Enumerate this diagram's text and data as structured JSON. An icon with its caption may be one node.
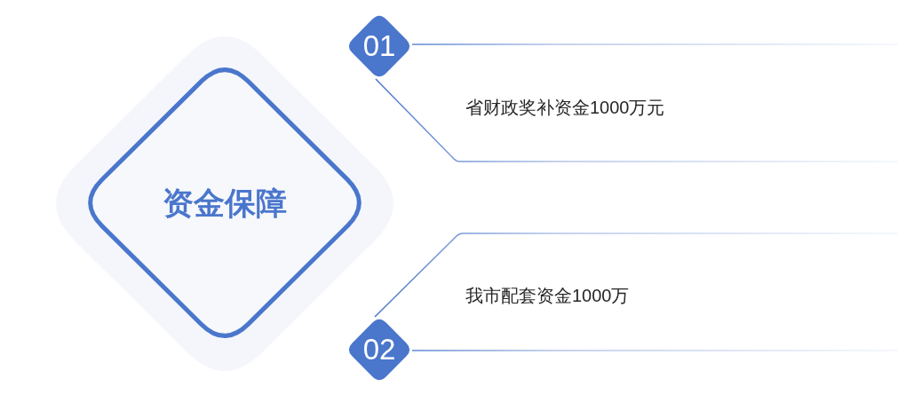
{
  "diagram": {
    "nodes": [
      {
        "text": [
          "资金保障"
        ]
      },
      {
        "text": [
          "01"
        ]
      },
      {
        "text": [
          "省财政奖补资金1000万元"
        ]
      },
      {
        "text": [
          "02"
        ]
      },
      {
        "text": [
          "我市配套资金1000万"
        ]
      }
    ]
  }
}
